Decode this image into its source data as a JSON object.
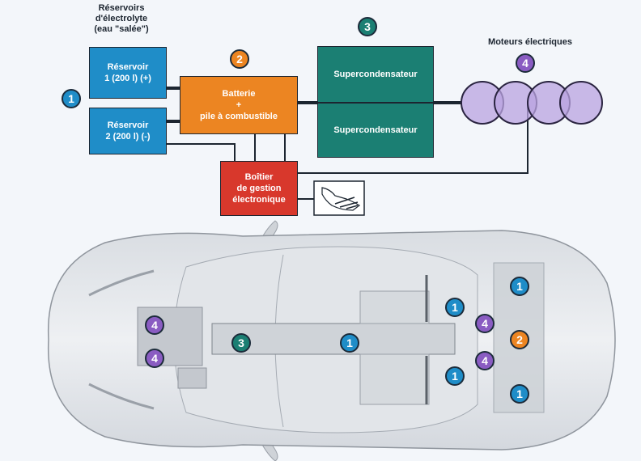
{
  "diagram": {
    "title_reservoirs": "Réservoirs\nd'électrolyte\n(eau \"salée\")",
    "title_motors": "Moteurs électriques",
    "boxes": {
      "reservoir1": "Réservoir\n1 (200 l) (+)",
      "reservoir2": "Réservoir\n2 (200 l) (-)",
      "battery": "Batterie\n+\npile à combustible",
      "supercap1": "Supercondensateur",
      "supercap2": "Supercondensateur",
      "control": "Boîtier\nde gestion\nélectronique"
    },
    "badges": {
      "reservoirs": "1",
      "battery": "2",
      "supercaps": "3",
      "motors": "4"
    },
    "colors": {
      "reservoir": "#1f8dc8",
      "battery": "#ec8522",
      "supercap": "#1b7f73",
      "control": "#d8382c",
      "motor": "#8a5cc2"
    }
  },
  "car": {
    "badges": [
      {
        "id": "front-motor-top",
        "number": "4"
      },
      {
        "id": "front-motor-bottom",
        "number": "4"
      },
      {
        "id": "tunnel-supercap",
        "number": "3"
      },
      {
        "id": "tunnel-reservoir",
        "number": "1"
      },
      {
        "id": "mid-reservoir-top",
        "number": "1"
      },
      {
        "id": "mid-reservoir-bottom",
        "number": "1"
      },
      {
        "id": "rear-motor-top",
        "number": "4"
      },
      {
        "id": "rear-motor-bottom",
        "number": "4"
      },
      {
        "id": "rear-reservoir-top",
        "number": "1"
      },
      {
        "id": "rear-battery",
        "number": "2"
      },
      {
        "id": "rear-reservoir-bottom",
        "number": "1"
      }
    ]
  }
}
